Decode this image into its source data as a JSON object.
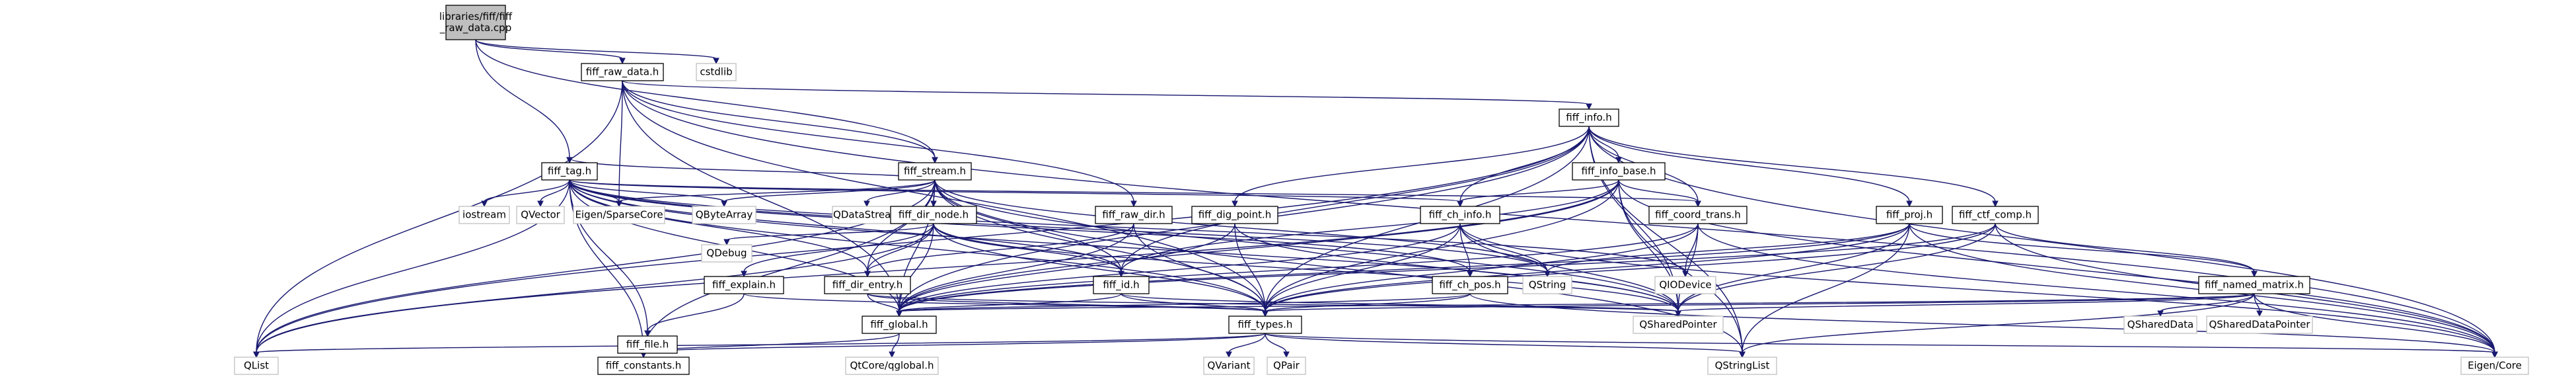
{
  "nodes": [
    {
      "id": "root",
      "lines": [
        "libraries/fiff/fiff",
        "_raw_data.cpp"
      ],
      "kind": "root"
    },
    {
      "id": "fiff_raw_data_h",
      "lines": [
        "fiff_raw_data.h"
      ],
      "kind": "file"
    },
    {
      "id": "cstdlib",
      "lines": [
        "cstdlib"
      ],
      "kind": "external"
    },
    {
      "id": "fiff_info_h",
      "lines": [
        "fiff_info.h"
      ],
      "kind": "file"
    },
    {
      "id": "fiff_tag_h",
      "lines": [
        "fiff_tag.h"
      ],
      "kind": "file"
    },
    {
      "id": "fiff_stream_h",
      "lines": [
        "fiff_stream.h"
      ],
      "kind": "file"
    },
    {
      "id": "fiff_info_base_h",
      "lines": [
        "fiff_info_base.h"
      ],
      "kind": "file"
    },
    {
      "id": "iostream",
      "lines": [
        "iostream"
      ],
      "kind": "external"
    },
    {
      "id": "QVector",
      "lines": [
        "QVector"
      ],
      "kind": "external"
    },
    {
      "id": "EigenSparseCore",
      "lines": [
        "Eigen/SparseCore"
      ],
      "kind": "external"
    },
    {
      "id": "QByteArray",
      "lines": [
        "QByteArray"
      ],
      "kind": "external"
    },
    {
      "id": "QDataStream",
      "lines": [
        "QDataStream"
      ],
      "kind": "external"
    },
    {
      "id": "fiff_dir_node_h",
      "lines": [
        "fiff_dir_node.h"
      ],
      "kind": "file"
    },
    {
      "id": "fiff_raw_dir_h",
      "lines": [
        "fiff_raw_dir.h"
      ],
      "kind": "file"
    },
    {
      "id": "fiff_dig_point_h",
      "lines": [
        "fiff_dig_point.h"
      ],
      "kind": "file"
    },
    {
      "id": "fiff_ch_info_h",
      "lines": [
        "fiff_ch_info.h"
      ],
      "kind": "file"
    },
    {
      "id": "fiff_coord_trans_h",
      "lines": [
        "fiff_coord_trans.h"
      ],
      "kind": "file"
    },
    {
      "id": "fiff_proj_h",
      "lines": [
        "fiff_proj.h"
      ],
      "kind": "file"
    },
    {
      "id": "fiff_ctf_comp_h",
      "lines": [
        "fiff_ctf_comp.h"
      ],
      "kind": "file"
    },
    {
      "id": "QDebug",
      "lines": [
        "QDebug"
      ],
      "kind": "external"
    },
    {
      "id": "fiff_explain_h",
      "lines": [
        "fiff_explain.h"
      ],
      "kind": "file"
    },
    {
      "id": "fiff_dir_entry_h",
      "lines": [
        "fiff_dir_entry.h"
      ],
      "kind": "file"
    },
    {
      "id": "fiff_id_h",
      "lines": [
        "fiff_id.h"
      ],
      "kind": "file"
    },
    {
      "id": "fiff_ch_pos_h",
      "lines": [
        "fiff_ch_pos.h"
      ],
      "kind": "file"
    },
    {
      "id": "QString",
      "lines": [
        "QString"
      ],
      "kind": "external"
    },
    {
      "id": "QIODevice",
      "lines": [
        "QIODevice"
      ],
      "kind": "external"
    },
    {
      "id": "fiff_named_matrix_h",
      "lines": [
        "fiff_named_matrix.h"
      ],
      "kind": "file"
    },
    {
      "id": "fiff_file_h",
      "lines": [
        "fiff_file.h"
      ],
      "kind": "file"
    },
    {
      "id": "fiff_global_h",
      "lines": [
        "fiff_global.h"
      ],
      "kind": "file"
    },
    {
      "id": "fiff_types_h",
      "lines": [
        "fiff_types.h"
      ],
      "kind": "file"
    },
    {
      "id": "QSharedPointer",
      "lines": [
        "QSharedPointer"
      ],
      "kind": "external"
    },
    {
      "id": "QSharedData",
      "lines": [
        "QSharedData"
      ],
      "kind": "external"
    },
    {
      "id": "QSharedDataPointer",
      "lines": [
        "QSharedDataPointer"
      ],
      "kind": "external"
    },
    {
      "id": "QList",
      "lines": [
        "QList"
      ],
      "kind": "external"
    },
    {
      "id": "fiff_constants_h",
      "lines": [
        "fiff_constants.h"
      ],
      "kind": "file"
    },
    {
      "id": "QtCoreqglobal_h",
      "lines": [
        "QtCore/qglobal.h"
      ],
      "kind": "external"
    },
    {
      "id": "QVariant",
      "lines": [
        "QVariant"
      ],
      "kind": "external"
    },
    {
      "id": "QPair",
      "lines": [
        "QPair"
      ],
      "kind": "external"
    },
    {
      "id": "QStringList",
      "lines": [
        "QStringList"
      ],
      "kind": "external"
    },
    {
      "id": "EigenCore",
      "lines": [
        "Eigen/Core"
      ],
      "kind": "external"
    }
  ],
  "edges": [
    [
      "root",
      "fiff_raw_data_h"
    ],
    [
      "root",
      "cstdlib"
    ],
    [
      "root",
      "fiff_tag_h"
    ],
    [
      "root",
      "fiff_stream_h"
    ],
    [
      "fiff_raw_data_h",
      "fiff_info_h"
    ],
    [
      "fiff_raw_data_h",
      "fiff_stream_h"
    ],
    [
      "fiff_raw_data_h",
      "fiff_raw_dir_h"
    ],
    [
      "fiff_raw_data_h",
      "fiff_types_h"
    ],
    [
      "fiff_raw_data_h",
      "QList"
    ],
    [
      "fiff_raw_data_h",
      "EigenSparseCore"
    ],
    [
      "fiff_raw_data_h",
      "EigenCore"
    ],
    [
      "fiff_raw_data_h",
      "fiff_global_h"
    ],
    [
      "fiff_info_h",
      "fiff_info_base_h"
    ],
    [
      "fiff_info_h",
      "fiff_proj_h"
    ],
    [
      "fiff_info_h",
      "fiff_ctf_comp_h"
    ],
    [
      "fiff_info_h",
      "fiff_coord_trans_h"
    ],
    [
      "fiff_info_h",
      "fiff_ch_info_h"
    ],
    [
      "fiff_info_h",
      "fiff_dig_point_h"
    ],
    [
      "fiff_info_h",
      "fiff_id_h"
    ],
    [
      "fiff_info_h",
      "fiff_types_h"
    ],
    [
      "fiff_info_h",
      "QList"
    ],
    [
      "fiff_info_h",
      "QStringList"
    ],
    [
      "fiff_info_h",
      "QSharedPointer"
    ],
    [
      "fiff_info_h",
      "EigenCore"
    ],
    [
      "fiff_info_h",
      "fiff_global_h"
    ],
    [
      "fiff_tag_h",
      "fiff_id_h"
    ],
    [
      "fiff_tag_h",
      "fiff_types_h"
    ],
    [
      "fiff_tag_h",
      "fiff_coord_trans_h"
    ],
    [
      "fiff_tag_h",
      "fiff_ch_info_h"
    ],
    [
      "fiff_tag_h",
      "fiff_ch_pos_h"
    ],
    [
      "fiff_tag_h",
      "fiff_dir_entry_h"
    ],
    [
      "fiff_tag_h",
      "fiff_file_h"
    ],
    [
      "fiff_tag_h",
      "fiff_global_h"
    ],
    [
      "fiff_tag_h",
      "fiff_constants_h"
    ],
    [
      "fiff_tag_h",
      "iostream"
    ],
    [
      "fiff_tag_h",
      "QVector"
    ],
    [
      "fiff_tag_h",
      "EigenSparseCore"
    ],
    [
      "fiff_tag_h",
      "QByteArray"
    ],
    [
      "fiff_tag_h",
      "QList"
    ],
    [
      "fiff_tag_h",
      "QSharedPointer"
    ],
    [
      "fiff_tag_h",
      "QString"
    ],
    [
      "fiff_tag_h",
      "QIODevice"
    ],
    [
      "fiff_stream_h",
      "fiff_dir_node_h"
    ],
    [
      "fiff_stream_h",
      "fiff_tag_h"
    ],
    [
      "fiff_stream_h",
      "fiff_dir_entry_h"
    ],
    [
      "fiff_stream_h",
      "fiff_id_h"
    ],
    [
      "fiff_stream_h",
      "fiff_types_h"
    ],
    [
      "fiff_stream_h",
      "fiff_global_h"
    ],
    [
      "fiff_stream_h",
      "QByteArray"
    ],
    [
      "fiff_stream_h",
      "QDataStream"
    ],
    [
      "fiff_stream_h",
      "QList"
    ],
    [
      "fiff_stream_h",
      "QSharedPointer"
    ],
    [
      "fiff_stream_h",
      "QString"
    ],
    [
      "fiff_stream_h",
      "QStringList"
    ],
    [
      "fiff_stream_h",
      "EigenSparseCore"
    ],
    [
      "fiff_stream_h",
      "fiff_constants_h"
    ],
    [
      "fiff_info_base_h",
      "fiff_ch_info_h"
    ],
    [
      "fiff_info_base_h",
      "fiff_coord_trans_h"
    ],
    [
      "fiff_info_base_h",
      "fiff_id_h"
    ],
    [
      "fiff_info_base_h",
      "fiff_types_h"
    ],
    [
      "fiff_info_base_h",
      "fiff_global_h"
    ],
    [
      "fiff_info_base_h",
      "QList"
    ],
    [
      "fiff_info_base_h",
      "QStringList"
    ],
    [
      "fiff_info_base_h",
      "QSharedPointer"
    ],
    [
      "fiff_info_base_h",
      "EigenCore"
    ],
    [
      "fiff_dir_node_h",
      "fiff_dir_entry_h"
    ],
    [
      "fiff_dir_node_h",
      "fiff_explain_h"
    ],
    [
      "fiff_dir_node_h",
      "fiff_id_h"
    ],
    [
      "fiff_dir_node_h",
      "fiff_types_h"
    ],
    [
      "fiff_dir_node_h",
      "fiff_global_h"
    ],
    [
      "fiff_dir_node_h",
      "QDebug"
    ],
    [
      "fiff_dir_node_h",
      "QList"
    ],
    [
      "fiff_dir_node_h",
      "QSharedPointer"
    ],
    [
      "fiff_raw_dir_h",
      "fiff_dir_entry_h"
    ],
    [
      "fiff_raw_dir_h",
      "fiff_types_h"
    ],
    [
      "fiff_raw_dir_h",
      "fiff_global_h"
    ],
    [
      "fiff_dig_point_h",
      "fiff_types_h"
    ],
    [
      "fiff_dig_point_h",
      "fiff_global_h"
    ],
    [
      "fiff_dig_point_h",
      "QSharedPointer"
    ],
    [
      "fiff_ch_info_h",
      "fiff_ch_pos_h"
    ],
    [
      "fiff_ch_info_h",
      "fiff_types_h"
    ],
    [
      "fiff_ch_info_h",
      "fiff_global_h"
    ],
    [
      "fiff_ch_info_h",
      "QString"
    ],
    [
      "fiff_ch_info_h",
      "QSharedPointer"
    ],
    [
      "fiff_ch_info_h",
      "EigenCore"
    ],
    [
      "fiff_coord_trans_h",
      "fiff_types_h"
    ],
    [
      "fiff_coord_trans_h",
      "fiff_global_h"
    ],
    [
      "fiff_coord_trans_h",
      "QIODevice"
    ],
    [
      "fiff_coord_trans_h",
      "QSharedPointer"
    ],
    [
      "fiff_coord_trans_h",
      "EigenCore"
    ],
    [
      "fiff_proj_h",
      "fiff_named_matrix_h"
    ],
    [
      "fiff_proj_h",
      "fiff_types_h"
    ],
    [
      "fiff_proj_h",
      "fiff_global_h"
    ],
    [
      "fiff_proj_h",
      "QString"
    ],
    [
      "fiff_proj_h",
      "QStringList"
    ],
    [
      "fiff_proj_h",
      "QSharedPointer"
    ],
    [
      "fiff_proj_h",
      "EigenCore"
    ],
    [
      "fiff_ctf_comp_h",
      "fiff_named_matrix_h"
    ],
    [
      "fiff_ctf_comp_h",
      "fiff_types_h"
    ],
    [
      "fiff_ctf_comp_h",
      "fiff_global_h"
    ],
    [
      "fiff_ctf_comp_h",
      "QSharedPointer"
    ],
    [
      "fiff_ctf_comp_h",
      "EigenCore"
    ],
    [
      "fiff_explain_h",
      "fiff_file_h"
    ],
    [
      "fiff_explain_h",
      "fiff_types_h"
    ],
    [
      "fiff_dir_entry_h",
      "fiff_types_h"
    ],
    [
      "fiff_dir_entry_h",
      "fiff_global_h"
    ],
    [
      "fiff_dir_entry_h",
      "QSharedPointer"
    ],
    [
      "fiff_id_h",
      "fiff_types_h"
    ],
    [
      "fiff_id_h",
      "fiff_global_h"
    ],
    [
      "fiff_id_h",
      "QSharedPointer"
    ],
    [
      "fiff_ch_pos_h",
      "fiff_types_h"
    ],
    [
      "fiff_ch_pos_h",
      "fiff_global_h"
    ],
    [
      "fiff_ch_pos_h",
      "EigenCore"
    ],
    [
      "fiff_named_matrix_h",
      "fiff_types_h"
    ],
    [
      "fiff_named_matrix_h",
      "fiff_global_h"
    ],
    [
      "fiff_named_matrix_h",
      "QSharedData"
    ],
    [
      "fiff_named_matrix_h",
      "QSharedDataPointer"
    ],
    [
      "fiff_named_matrix_h",
      "QSharedPointer"
    ],
    [
      "fiff_named_matrix_h",
      "QStringList"
    ],
    [
      "fiff_named_matrix_h",
      "EigenCore"
    ],
    [
      "fiff_global_h",
      "QtCoreqglobal_h"
    ],
    [
      "fiff_global_h",
      "fiff_constants_h"
    ],
    [
      "fiff_types_h",
      "fiff_constants_h"
    ],
    [
      "fiff_types_h",
      "QVariant"
    ],
    [
      "fiff_types_h",
      "QPair"
    ],
    [
      "fiff_types_h",
      "QStringList"
    ],
    [
      "fiff_types_h",
      "QList"
    ],
    [
      "fiff_types_h",
      "EigenCore"
    ]
  ]
}
